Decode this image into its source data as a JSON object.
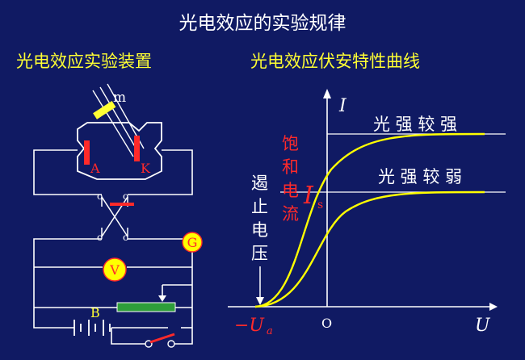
{
  "slide": {
    "title": "光电效应的实验规律",
    "left_heading": "光电效应实验装置",
    "right_heading": "光电效应伏安特性曲线"
  },
  "apparatus": {
    "light_label": "m",
    "anode_label": "A",
    "cathode_label": "K",
    "galvanometer_label": "G",
    "voltmeter_label": "V",
    "battery_label": "B",
    "switch_terminal": "o"
  },
  "graph": {
    "y_axis_label": "I",
    "x_axis_label": "U",
    "origin_label": "O",
    "strong_label": "光 强 较 强",
    "weak_label": "光 强 较 弱",
    "saturation_text": "饱和电流",
    "saturation_symbol": "I",
    "saturation_subscript": "s",
    "stopping_text": "遏止电压",
    "stopping_symbol": "−U",
    "stopping_subscript": "a"
  },
  "colors": {
    "background": "#101a63",
    "title_text": "#ffffff",
    "heading_text": "#ffff33",
    "wire": "#ffffff",
    "curve": "#ffff00",
    "highlight_red": "#ff2a2a",
    "meter_fill": "#ffff00",
    "rheostat_fill": "#2e9e3a"
  }
}
